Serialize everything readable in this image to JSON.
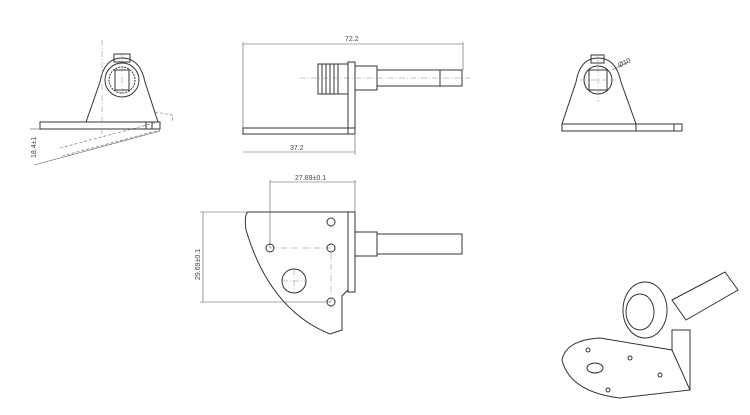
{
  "dimensions": {
    "overall_length": "72.2",
    "base_length": "37.2",
    "hole_spacing_x": "27.89±0.1",
    "hole_spacing_y": "29.69±0.1",
    "tilt_angle": "18.4±1",
    "shaft_diameter": "Ø10"
  }
}
